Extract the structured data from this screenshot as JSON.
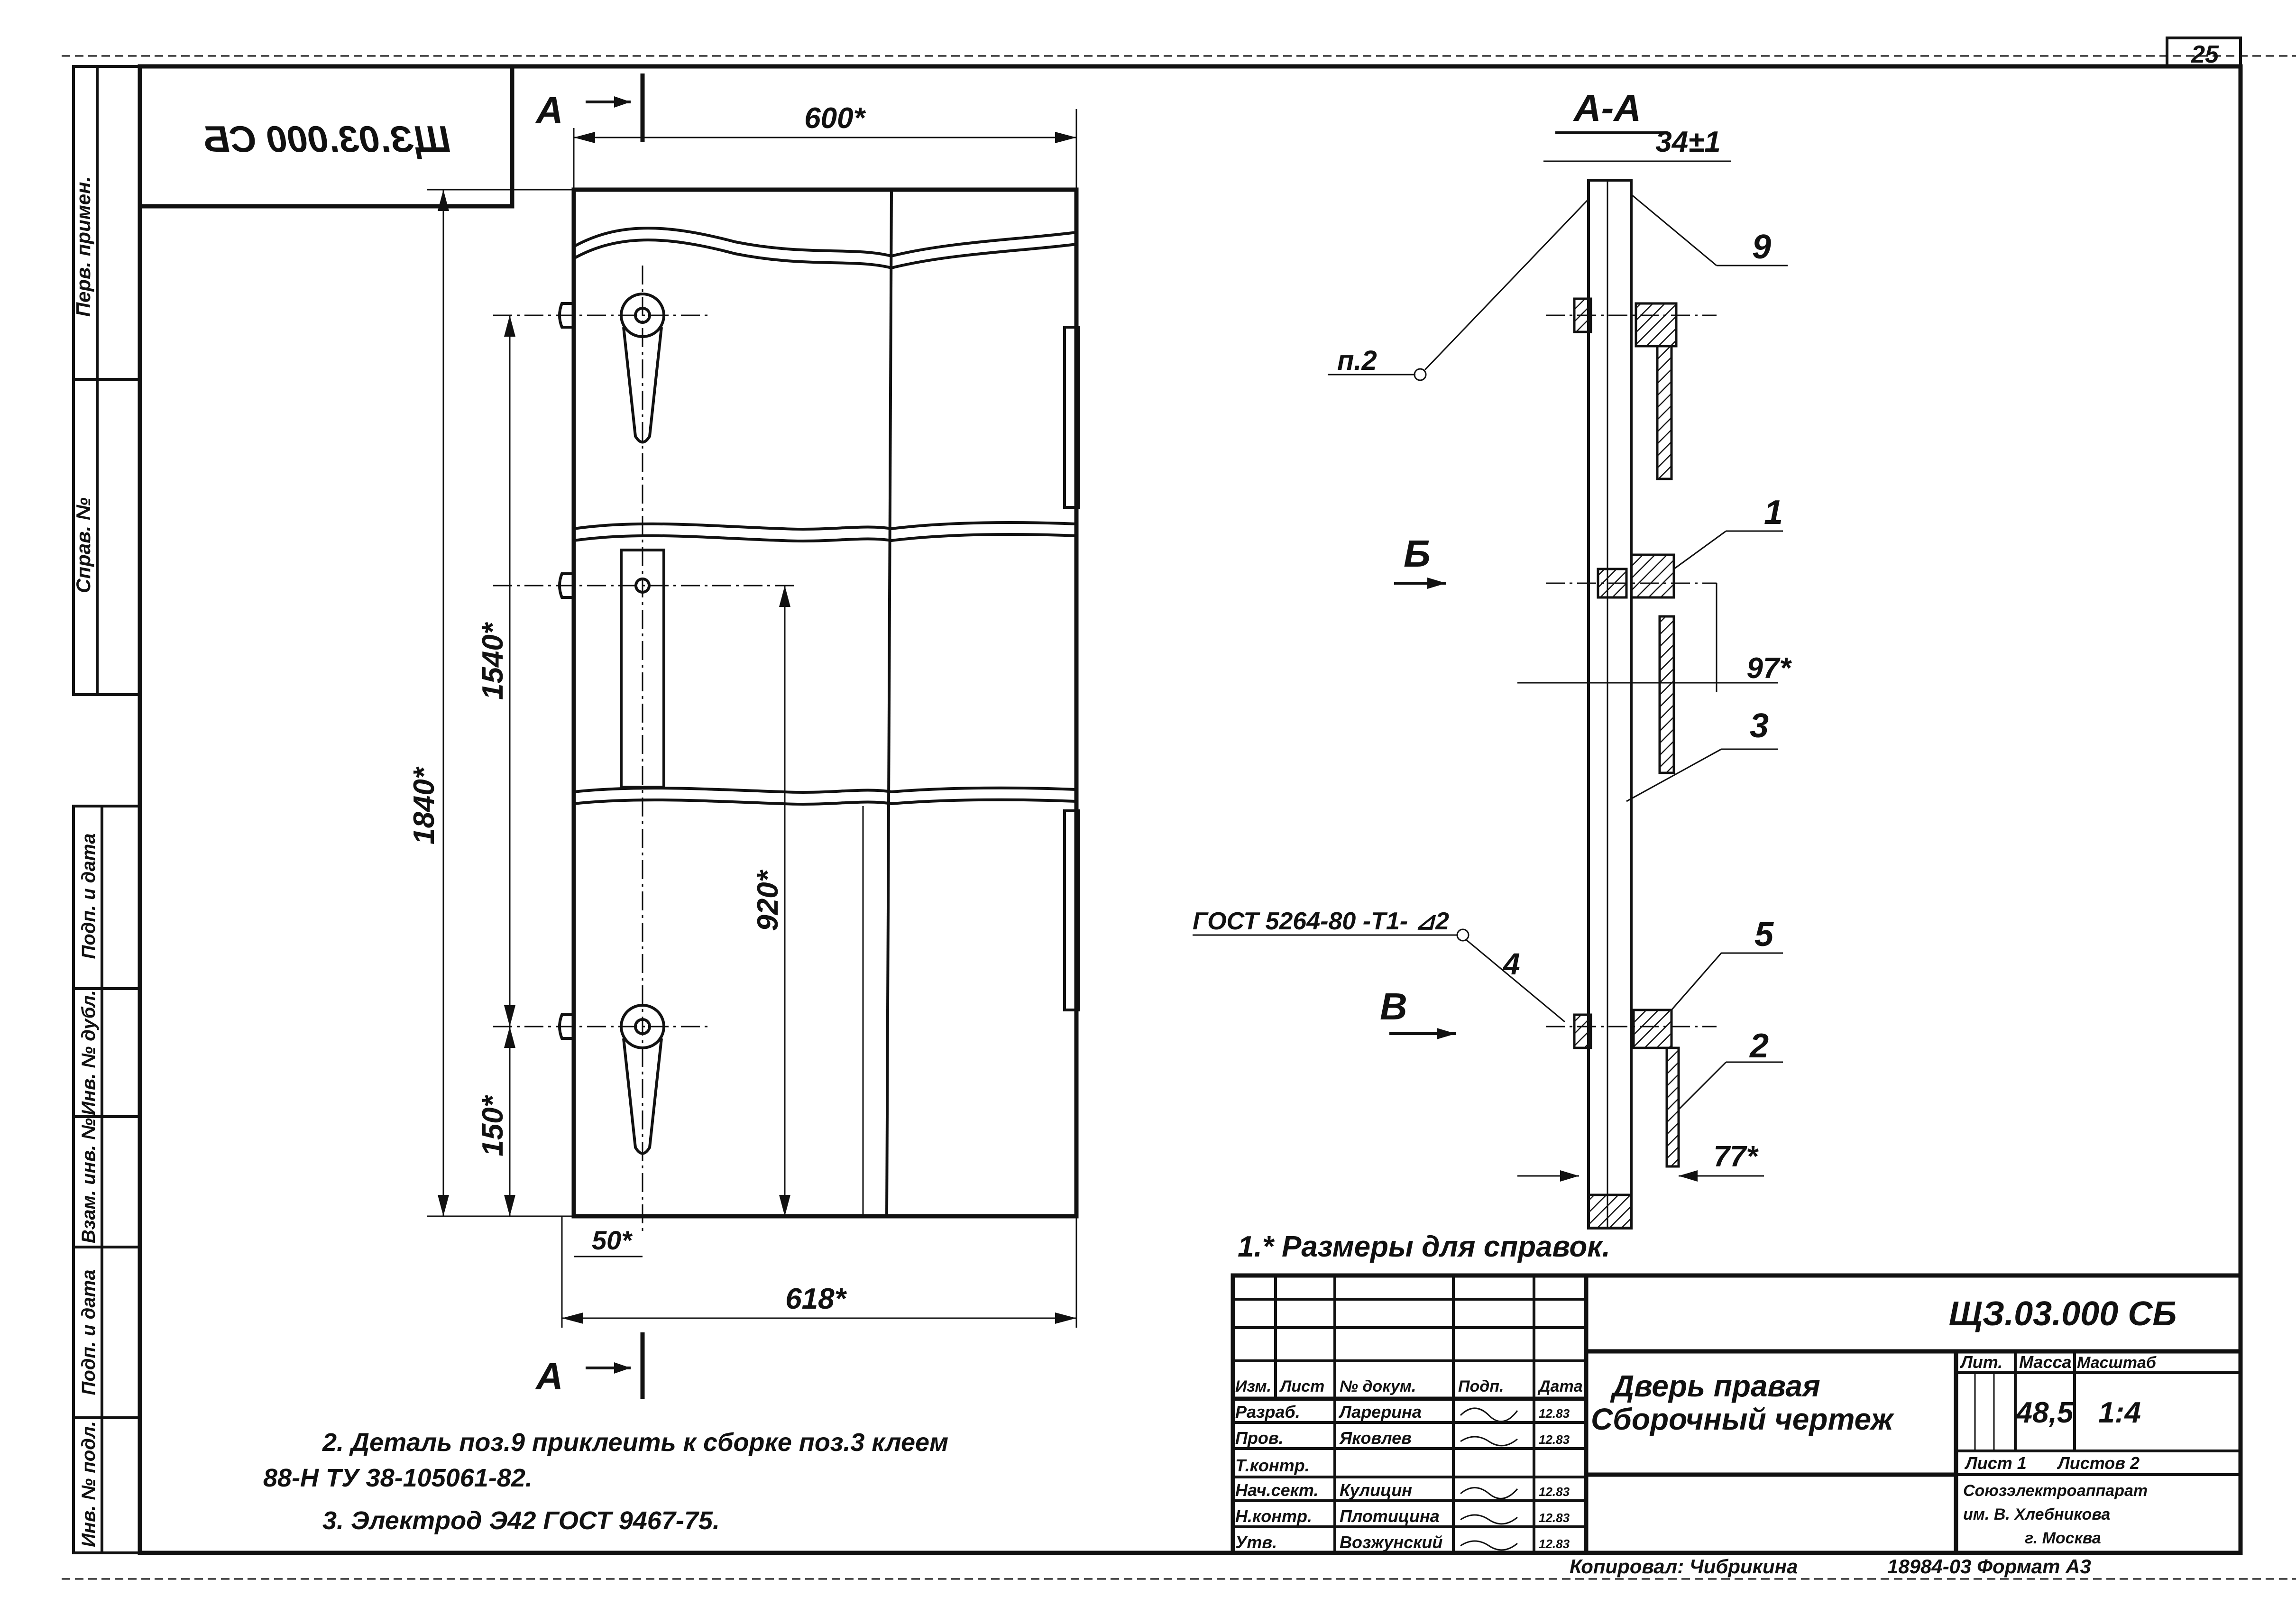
{
  "sheet": {
    "page_number": "25",
    "doc_code_top_mirrored": "ЩЗ.03.000 СБ",
    "doc_code": "ЩЗ.03.000 СБ"
  },
  "left_strip": {
    "top_labels": [
      "Перв. примен.",
      "Справ. №"
    ],
    "bottom_labels": [
      "Подп. и дата",
      "Инв. № дубл.",
      "Взам. инв. №",
      "Подп. и дата",
      "Инв. № подл."
    ]
  },
  "front_view": {
    "section_marker_top": "А",
    "section_marker_bottom": "А",
    "dimensions": {
      "width_top": "600*",
      "width_bottom": "618*",
      "height_total": "1840*",
      "height_hinge_span": "1540*",
      "height_bottom_hinge": "150*",
      "height_mid": "920*",
      "offset_left": "50*"
    }
  },
  "section_view": {
    "title": "А-А",
    "dim_top": "34±1",
    "dim_mid": "97*",
    "dim_bottom": "77*",
    "view_arrow_b": "Б",
    "view_arrow_v": "В",
    "note_ref": "п.2",
    "weld_symbol": "ГОСТ 5264-80 -Т1- ⊿2",
    "positions": [
      "9",
      "1",
      "3",
      "4",
      "5",
      "2"
    ]
  },
  "notes": {
    "n1": "1.* Размеры для справок.",
    "n2_line1": "2. Деталь поз.9 приклеить к сборке поз.3 клеем",
    "n2_line2": "88-Н    ТУ 38-105061-82.",
    "n3": "3. Электрод Э42    ГОСТ 9467-75."
  },
  "title_block": {
    "headers": [
      "Изм.",
      "Лист",
      "№ докум.",
      "Подп.",
      "Дата"
    ],
    "rows": [
      {
        "role": "Разраб.",
        "name": "Ларерина",
        "sign": "(подпись)",
        "date": "12.83"
      },
      {
        "role": "Пров.",
        "name": "Яковлев",
        "sign": "(подпись)",
        "date": "12.83"
      },
      {
        "role": "Т.контр.",
        "name": "",
        "sign": "",
        "date": ""
      },
      {
        "role": "Нач.сект.",
        "name": "Кулицин",
        "sign": "(подпись)",
        "date": "12.83"
      },
      {
        "role": "Н.контр.",
        "name": "Плотицина",
        "sign": "(подпись)",
        "date": "12.83"
      },
      {
        "role": "Утв.",
        "name": "Возжунский",
        "sign": "(подпись)",
        "date": "12.83"
      }
    ],
    "title_line1": "Дверь правая",
    "title_line2": "Сборочный чертеж",
    "lit_label": "Лит.",
    "mass_label": "Масса",
    "scale_label": "Масштаб",
    "mass_value": "48,5",
    "scale_value": "1:4",
    "sheet_label": "Лист 1",
    "sheets_label": "Листов 2",
    "org_line1": "Союзэлектроаппарат",
    "org_line2": "им. В. Хлебникова",
    "org_line3": "г. Москва",
    "copied_by": "Копировал: Чибрикина",
    "format_info": "18984-03   Формат А3"
  }
}
